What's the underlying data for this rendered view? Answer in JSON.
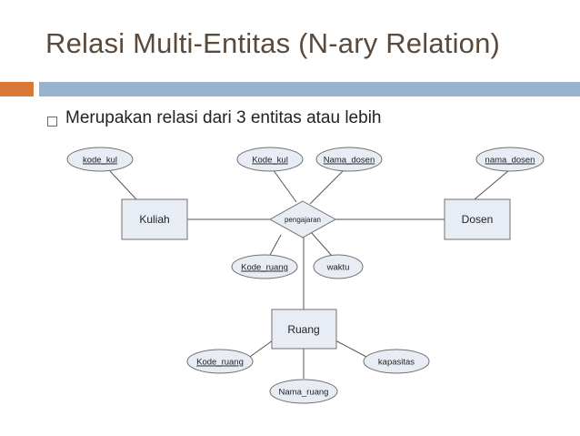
{
  "slide": {
    "title": "Relasi Multi-Entitas (N-ary Relation)",
    "bullet": "Merupakan relasi dari 3 entitas atau lebih"
  },
  "diagram": {
    "relationship": "pengajaran",
    "entities": {
      "kuliah": "Kuliah",
      "dosen": "Dosen",
      "ruang": "Ruang"
    },
    "attributes": {
      "kuliah_kode_kul": "kode_kul",
      "rel_kode_kul": "Kode_kul",
      "rel_nama_dosen": "Nama_dosen",
      "dosen_nama_dosen": "nama_dosen",
      "rel_kode_ruang": "Kode_ruang",
      "rel_waktu": "waktu",
      "ruang_kode_ruang": "Kode_ruang",
      "ruang_kapasitas": "kapasitas",
      "ruang_nama_ruang": "Nama_ruang"
    }
  },
  "colors": {
    "title": "#5a4a3b",
    "accent_orange": "#d8793a",
    "accent_blue": "#97b3ce",
    "shape_fill": "#e8edf5"
  }
}
